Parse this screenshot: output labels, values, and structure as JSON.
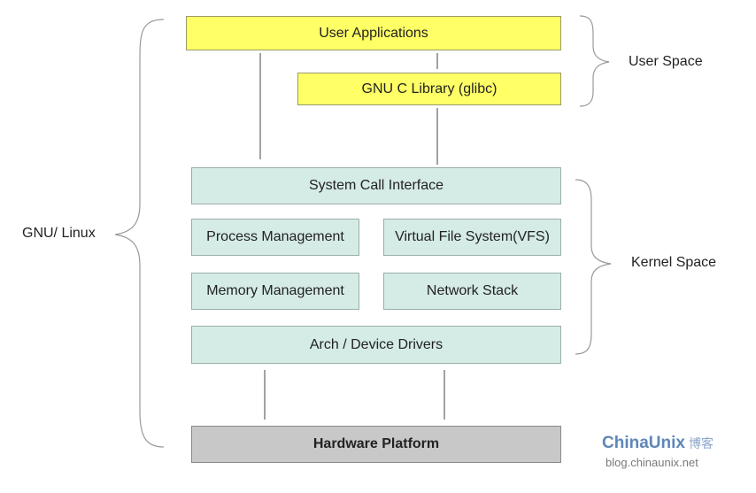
{
  "layers": {
    "user_applications": "User Applications",
    "glibc": "GNU C Library (glibc)",
    "system_call_interface": "System Call Interface",
    "process_management": "Process Management",
    "virtual_file_system": "Virtual File System(VFS)",
    "memory_management": "Memory Management",
    "network_stack": "Network Stack",
    "arch_device_drivers": "Arch / Device Drivers",
    "hardware_platform": "Hardware Platform"
  },
  "groups": {
    "user_space": "User Space",
    "kernel_space": "Kernel Space",
    "gnu_linux": "GNU/ Linux"
  },
  "watermark": {
    "brand": "ChinaUnix",
    "brand_suffix": "博客",
    "url": "blog.chinaunix.net"
  },
  "colors": {
    "user_space_fill": "#ffff66",
    "kernel_space_fill": "#d5ebe6",
    "hardware_fill": "#c8c8c8"
  }
}
